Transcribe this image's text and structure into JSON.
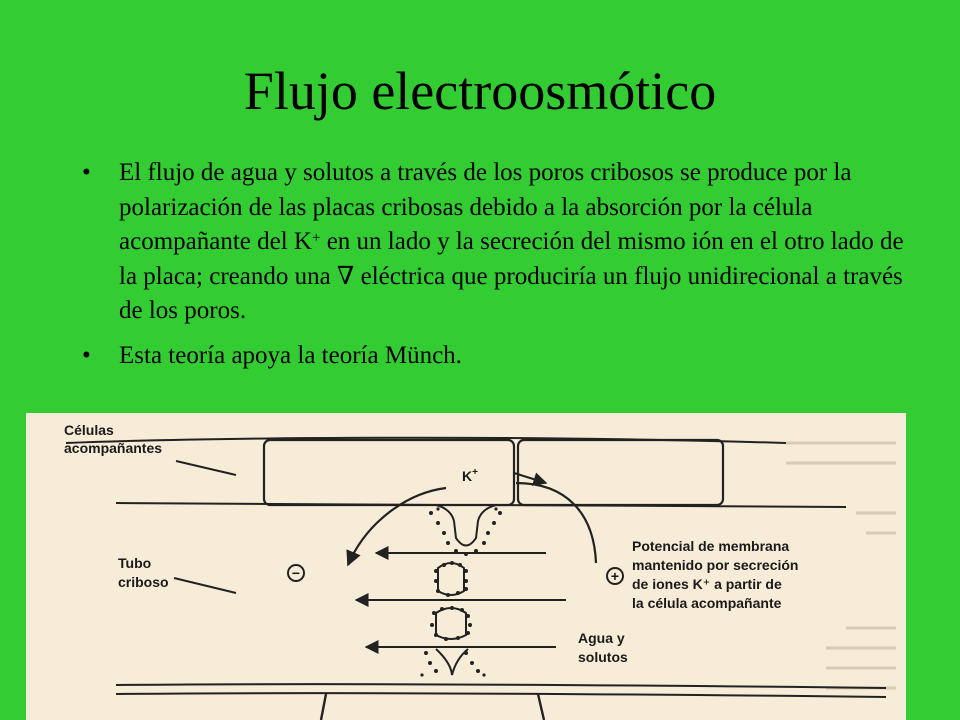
{
  "slide": {
    "title": "Flujo electroosmótico",
    "bullets": [
      {
        "text_before": "El flujo de agua y solutos  a través de los poros cribosos se produce por la polarización  de las placas cribosas debido a la absorción por la célula acompañante  del K",
        "superscript": "+",
        "text_after": " en un lado y la secreción  del mismo  ión en el otro lado de la placa; creando una ∇ eléctrica que produciría un flujo unidirecional a través de los poros."
      },
      {
        "text": "Esta teoría apoya la teoría Münch."
      }
    ]
  },
  "figure": {
    "labels": {
      "companion_cells": [
        "Células",
        "acompañantes"
      ],
      "sieve_tube": [
        "Tubo",
        "criboso"
      ],
      "potassium": "K",
      "potassium_sup": "+",
      "membrane_potential": [
        "Potencial de membrana",
        "mantenido por secreción",
        "de iones K⁺ a partir de",
        "la célula acompañante"
      ],
      "water_solutes": [
        "Agua y",
        "solutos"
      ],
      "negative": "−",
      "positive": "+"
    }
  }
}
